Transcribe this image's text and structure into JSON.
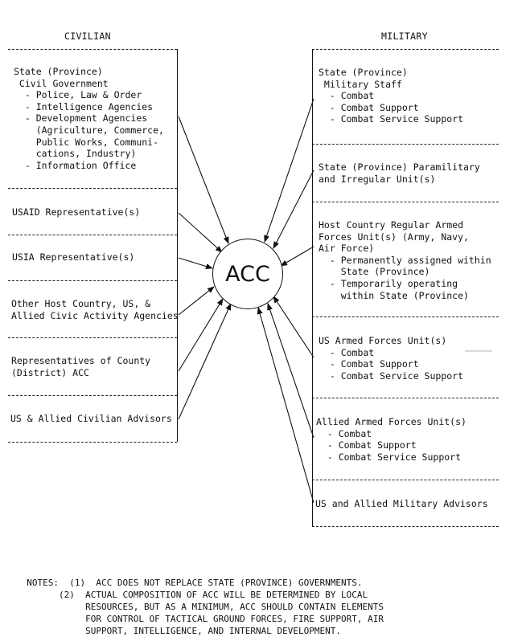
{
  "headers": {
    "civilian": "CIVILIAN",
    "military": "MILITARY"
  },
  "center_label": "ACC",
  "faint_text": "",
  "civilian_blocks": [
    {
      "lines": [
        "State (Province)",
        " Civil Government",
        "  - Police, Law & Order",
        "  - Intelligence Agencies",
        "  - Development Agencies",
        "    (Agriculture, Commerce,",
        "    Public Works, Communi-",
        "    cations, Industry)",
        "  - Information Office"
      ]
    },
    {
      "lines": [
        "USAID Representative(s)"
      ]
    },
    {
      "lines": [
        "USIA Representative(s)"
      ]
    },
    {
      "lines": [
        "Other Host Country, US, &",
        "Allied Civic Activity Agencies"
      ]
    },
    {
      "lines": [
        "Representatives of County",
        "(District) ACC"
      ]
    },
    {
      "lines": [
        "US & Allied Civilian Advisors"
      ]
    }
  ],
  "military_blocks": [
    {
      "lines": [
        "State (Province)",
        " Military Staff",
        "  - Combat",
        "  - Combat Support",
        "  - Combat Service Support"
      ]
    },
    {
      "lines": [
        "State (Province) Paramilitary",
        "and Irregular Unit(s)"
      ]
    },
    {
      "lines": [
        "Host Country Regular Armed",
        "Forces Unit(s) (Army, Navy,",
        "Air Force)",
        "  - Permanently assigned within",
        "    State (Province)",
        "  - Temporarily operating",
        "    within State (Province)"
      ]
    },
    {
      "lines": [
        "US Armed Forces Unit(s)",
        "  - Combat",
        "  - Combat Support",
        "  - Combat Service Support"
      ]
    },
    {
      "lines": [
        "Allied Armed Forces Unit(s)",
        "  - Combat",
        "  - Combat Support",
        "  - Combat Service Support"
      ]
    },
    {
      "lines": [
        "US and Allied Military Advisors"
      ]
    }
  ],
  "notes": {
    "label": "NOTES:",
    "items": [
      {
        "num": "(1)",
        "lines": [
          "ACC DOES NOT REPLACE STATE (PROVINCE) GOVERNMENTS."
        ]
      },
      {
        "num": "(2)",
        "lines": [
          "ACTUAL COMPOSITION OF ACC WILL BE DETERMINED BY LOCAL",
          "RESOURCES, BUT AS A MINIMUM, ACC SHOULD CONTAIN ELEMENTS",
          "FOR CONTROL OF TACTICAL GROUND FORCES, FIRE SUPPORT, AIR",
          "SUPPORT, INTELLIGENCE, AND INTERNAL DEVELOPMENT."
        ]
      }
    ]
  }
}
